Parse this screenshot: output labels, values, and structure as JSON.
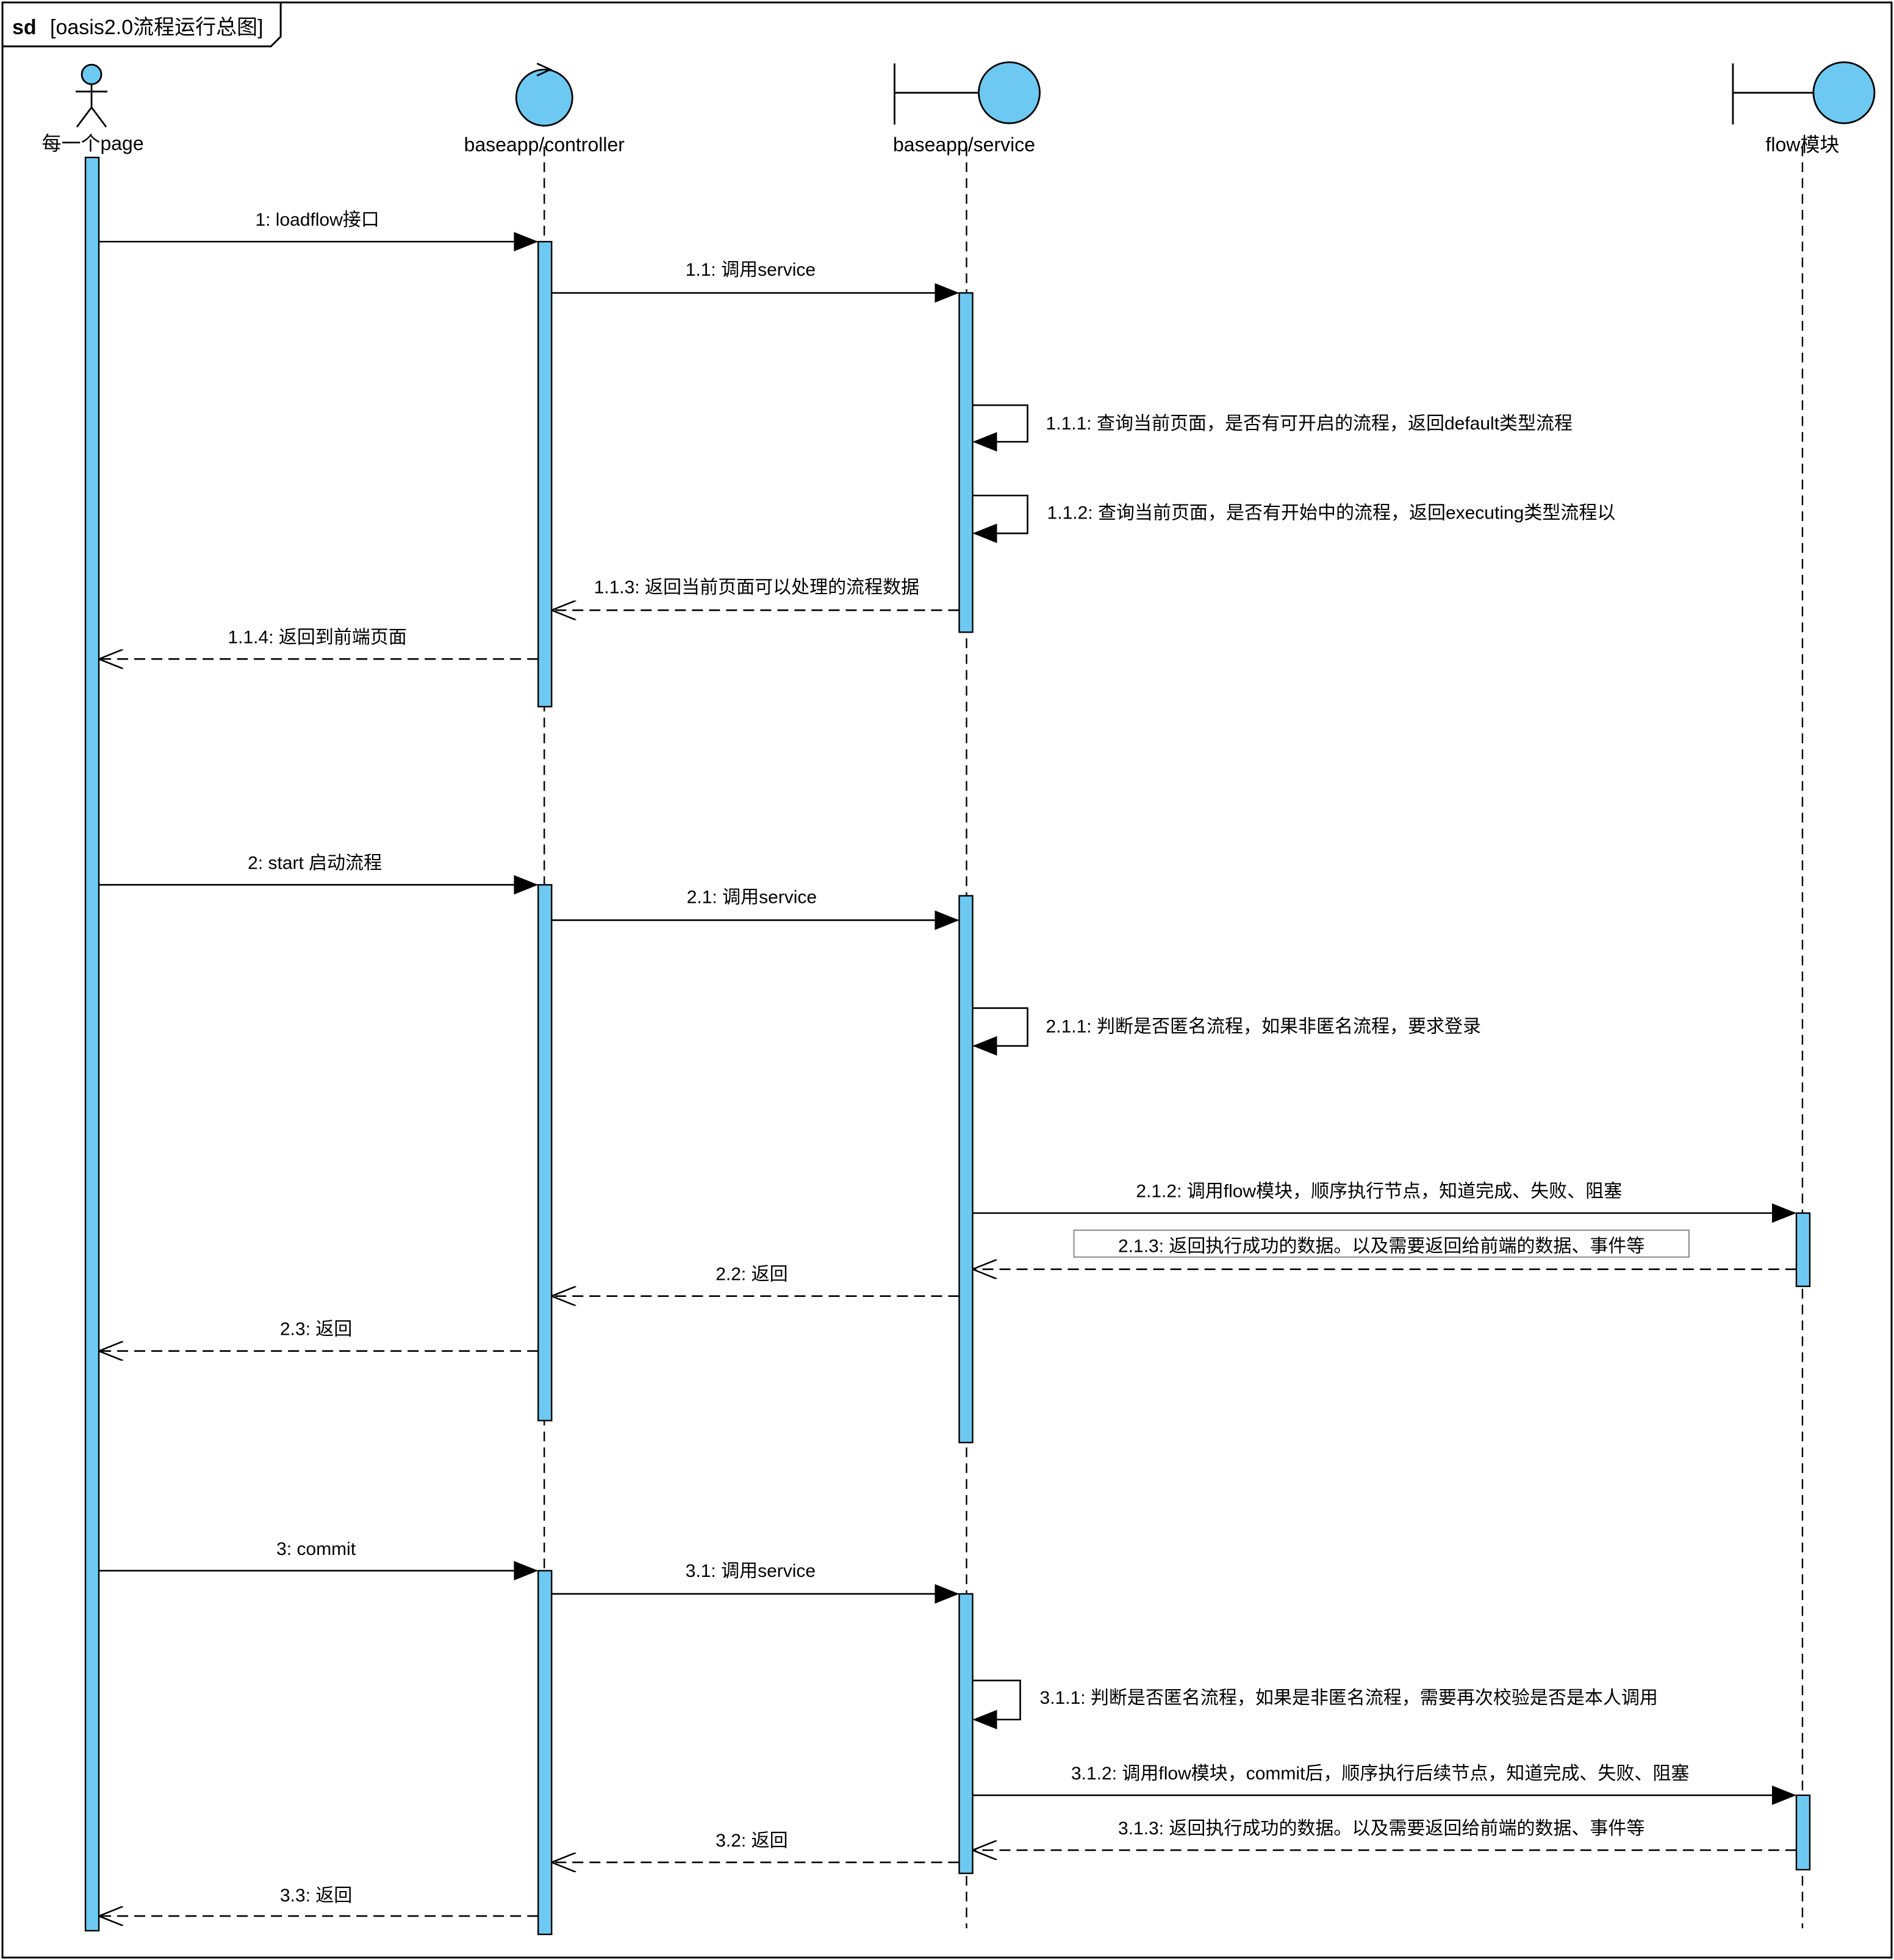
{
  "frame": {
    "keyword": "sd",
    "title": "[oasis2.0流程运行总图]"
  },
  "colors": {
    "activation_fill": "#6ec9f2",
    "head_fill": "#6ec9f2",
    "stroke": "#000000",
    "note_border": "#888888"
  },
  "lifelines": [
    {
      "id": "page",
      "label": "每一个page",
      "kind": "actor-icon"
    },
    {
      "id": "controller",
      "label": "baseapp/controller",
      "kind": "control-icon"
    },
    {
      "id": "service",
      "label": "baseapp/service",
      "kind": "boundary-icon"
    },
    {
      "id": "flow",
      "label": "flow模块",
      "kind": "boundary-icon"
    }
  ],
  "messages": [
    {
      "label": "1: loadflow接口",
      "from": "page",
      "to": "controller",
      "type": "sync"
    },
    {
      "label": "1.1: 调用service",
      "from": "controller",
      "to": "service",
      "type": "sync"
    },
    {
      "label": "1.1.1: 查询当前页面，是否有可开启的流程，返回default类型流程",
      "from": "service",
      "to": "service",
      "type": "self"
    },
    {
      "label": "1.1.2: 查询当前页面，是否有开始中的流程，返回executing类型流程以",
      "from": "service",
      "to": "service",
      "type": "self"
    },
    {
      "label": "1.1.3: 返回当前页面可以处理的流程数据",
      "from": "service",
      "to": "controller",
      "type": "return"
    },
    {
      "label": "1.1.4: 返回到前端页面",
      "from": "controller",
      "to": "page",
      "type": "return"
    },
    {
      "label": "2: start 启动流程",
      "from": "page",
      "to": "controller",
      "type": "sync"
    },
    {
      "label": "2.1: 调用service",
      "from": "controller",
      "to": "service",
      "type": "sync"
    },
    {
      "label": "2.1.1: 判断是否匿名流程，如果非匿名流程，要求登录",
      "from": "service",
      "to": "service",
      "type": "self"
    },
    {
      "label": "2.1.2: 调用flow模块，顺序执行节点，知道完成、失败、阻塞",
      "from": "service",
      "to": "flow",
      "type": "sync"
    },
    {
      "label": "2.1.3: 返回执行成功的数据。以及需要返回给前端的数据、事件等",
      "from": "flow",
      "to": "service",
      "type": "return"
    },
    {
      "label": "2.2: 返回",
      "from": "service",
      "to": "controller",
      "type": "return"
    },
    {
      "label": "2.3: 返回",
      "from": "controller",
      "to": "page",
      "type": "return"
    },
    {
      "label": "3: commit",
      "from": "page",
      "to": "controller",
      "type": "sync"
    },
    {
      "label": "3.1: 调用service",
      "from": "controller",
      "to": "service",
      "type": "sync"
    },
    {
      "label": "3.1.1: 判断是否匿名流程，如果是非匿名流程，需要再次校验是否是本人调用",
      "from": "service",
      "to": "service",
      "type": "self"
    },
    {
      "label": "3.1.2: 调用flow模块，commit后，顺序执行后续节点，知道完成、失败、阻塞",
      "from": "service",
      "to": "flow",
      "type": "sync"
    },
    {
      "label": "3.1.3: 返回执行成功的数据。以及需要返回给前端的数据、事件等",
      "from": "flow",
      "to": "service",
      "type": "return"
    },
    {
      "label": "3.2: 返回",
      "from": "service",
      "to": "controller",
      "type": "return"
    },
    {
      "label": "3.3: 返回",
      "from": "controller",
      "to": "page",
      "type": "return"
    }
  ]
}
